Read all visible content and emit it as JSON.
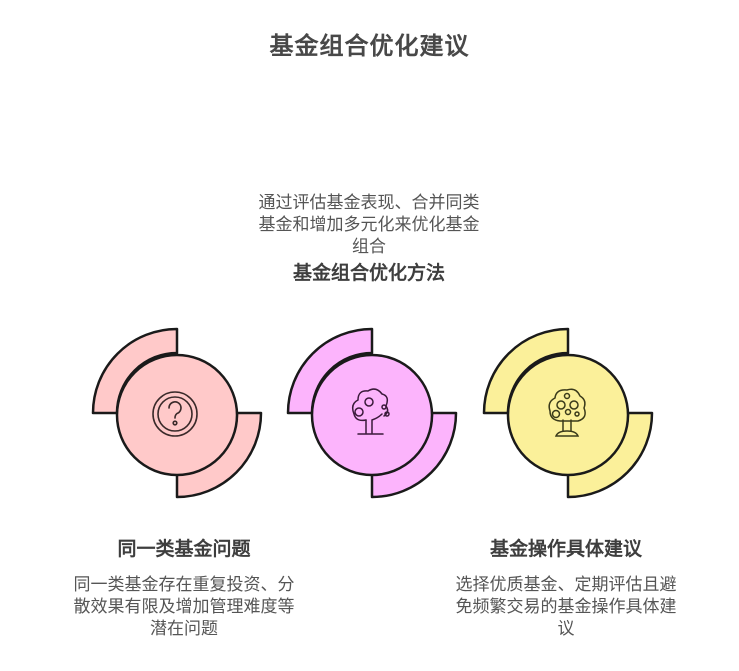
{
  "title": "基金组合优化建议",
  "center": {
    "description": "通过评估基金表现、合并同类基金和增加多元化来优化基金组合",
    "description_lines": [
      "通过评估基金表现、合并同类",
      "基金和增加多元化来优化基金",
      "组合"
    ],
    "heading": "基金组合优化方法"
  },
  "nodes": [
    {
      "id": "problem",
      "icon": "question-circle-icon",
      "fill": "#ffc9c9",
      "stroke": "#1a1a1a"
    },
    {
      "id": "method",
      "icon": "money-tree-icon",
      "fill": "#fcb4fc",
      "stroke": "#1a1a1a"
    },
    {
      "id": "advice",
      "icon": "coin-tree-icon",
      "fill": "#fbf09a",
      "stroke": "#1a1a1a"
    }
  ],
  "left_label": {
    "heading": "同一类基金问题",
    "description_lines": [
      "同一类基金存在重复投资、分",
      "散效果有限及增加管理难度等",
      "潜在问题"
    ]
  },
  "right_label": {
    "heading": "基金操作具体建议",
    "description_lines": [
      "选择优质基金、定期评估且避",
      "免频繁交易的基金操作具体建",
      "议"
    ]
  }
}
